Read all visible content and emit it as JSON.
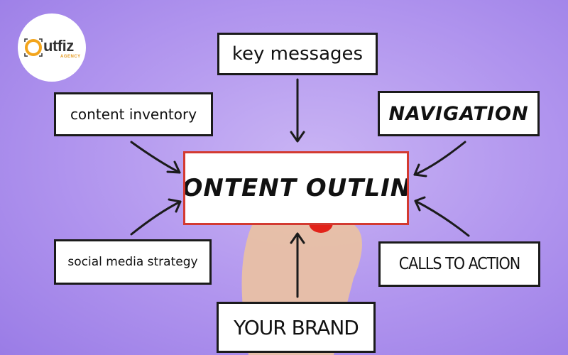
{
  "logo": {
    "text": "utfiz",
    "sub": "AGENCY",
    "ring_color": "#f3a51c"
  },
  "diagram": {
    "center": "CONTENT OUTLINE",
    "nodes": {
      "key_messages": "key messages",
      "content_inventory": "content inventory",
      "navigation": "NAVIGATION",
      "social_media_strategy": "social media strategy",
      "calls_to_action": "CALLS TO ACTION",
      "your_brand": "YOUR BRAND"
    },
    "edges": [
      {
        "from": "key_messages",
        "to": "center"
      },
      {
        "from": "content_inventory",
        "to": "center"
      },
      {
        "from": "navigation",
        "to": "center"
      },
      {
        "from": "social_media_strategy",
        "to": "center"
      },
      {
        "from": "calls_to_action",
        "to": "center"
      },
      {
        "from": "your_brand",
        "to": "center"
      }
    ],
    "colors": {
      "background": "#b094ee",
      "center_border": "#d33a31",
      "box_border": "#1b1b1b",
      "marker_cap": "#e2231a"
    }
  }
}
